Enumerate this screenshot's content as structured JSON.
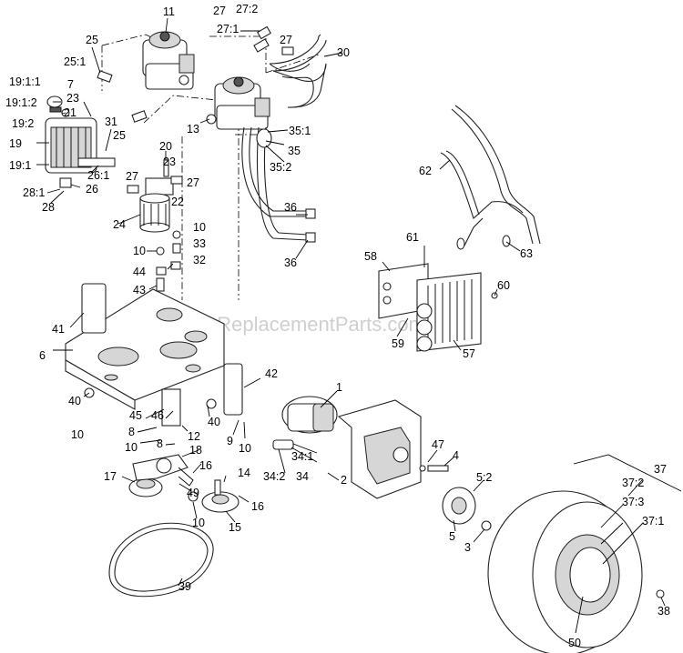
{
  "watermark": "eReplacementParts.com",
  "callouts": [
    "11",
    "27",
    "27:2",
    "27:1",
    "27",
    "30",
    "25",
    "25:1",
    "19:1:1",
    "7",
    "19:1:2",
    "23",
    "21",
    "19:2",
    "31",
    "19",
    "19:1",
    "25",
    "13",
    "35:1",
    "35",
    "35:2",
    "20",
    "23",
    "27",
    "26:1",
    "28:1",
    "26",
    "28",
    "27",
    "22",
    "24",
    "62",
    "36",
    "36",
    "10",
    "10",
    "33",
    "32",
    "44",
    "43",
    "41",
    "58",
    "61",
    "63",
    "60",
    "6",
    "59",
    "57",
    "42",
    "40",
    "1",
    "45",
    "46",
    "8",
    "40",
    "10",
    "12",
    "10",
    "9",
    "10",
    "8",
    "18",
    "47",
    "4",
    "34:1",
    "16",
    "14",
    "34:2",
    "34",
    "2",
    "5:2",
    "17",
    "49",
    "37",
    "37:2",
    "37:3",
    "37:1",
    "16",
    "10",
    "15",
    "5",
    "3",
    "39",
    "38",
    "50"
  ]
}
